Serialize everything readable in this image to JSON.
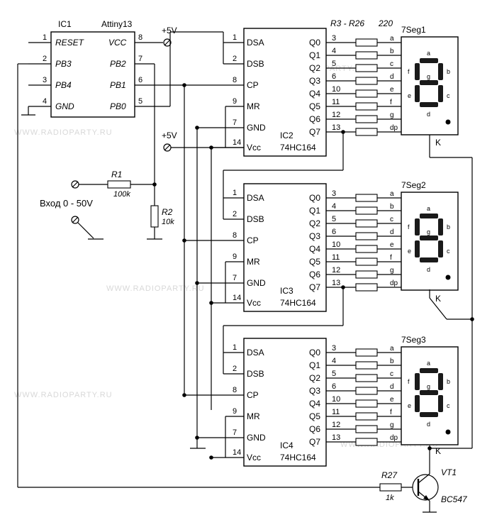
{
  "watermark": "WWW.RADIOPARTY.RU",
  "labels": {
    "ic1_ref": "IC1",
    "ic1_part": "Attiny13",
    "ic1_pins": {
      "reset": "RESET",
      "pb3": "PB3",
      "pb4": "PB4",
      "gnd": "GND",
      "vcc": "VCC",
      "pb2": "PB2",
      "pb1": "PB1",
      "pb0": "PB0"
    },
    "ic1_pin_numbers": {
      "p1": "1",
      "p2": "2",
      "p3": "3",
      "p4": "4",
      "p5": "5",
      "p6": "6",
      "p7": "7",
      "p8": "8"
    },
    "vcc_label": "+5V",
    "res_series_label": "R3 - R26",
    "res_series_value": "220",
    "r1_ref": "R1",
    "r1_val": "100k",
    "r2_ref": "R2",
    "r2_val": "10k",
    "input_label": "Вход 0 - 50V",
    "r27_ref": "R27",
    "r27_val": "1k",
    "vt1_ref": "VT1",
    "vt1_part": "BC547",
    "k_label": "K",
    "hc_part": "74HC164",
    "hc_left_pins": {
      "dsa": "DSA",
      "dsb": "DSB",
      "cp": "CP",
      "mr": "MR",
      "gnd": "GND",
      "vcc": "Vcc"
    },
    "hc_left_pin_numbers": {
      "dsa": "1",
      "dsb": "2",
      "cp": "8",
      "mr": "9",
      "gnd": "7",
      "vcc": "14"
    },
    "hc_outputs": [
      "Q0",
      "Q1",
      "Q2",
      "Q3",
      "Q4",
      "Q5",
      "Q6",
      "Q7"
    ],
    "hc_output_pins": [
      "3",
      "4",
      "5",
      "6",
      "10",
      "11",
      "12",
      "13"
    ],
    "seg_lines": [
      "a",
      "b",
      "c",
      "d",
      "e",
      "f",
      "g",
      "dp"
    ],
    "seg_inner": [
      "a",
      "b",
      "c",
      "d",
      "e",
      "f",
      "g"
    ]
  },
  "stages": [
    {
      "ic": "IC2",
      "display": "7Seg1"
    },
    {
      "ic": "IC3",
      "display": "7Seg2"
    },
    {
      "ic": "IC4",
      "display": "7Seg3"
    }
  ]
}
